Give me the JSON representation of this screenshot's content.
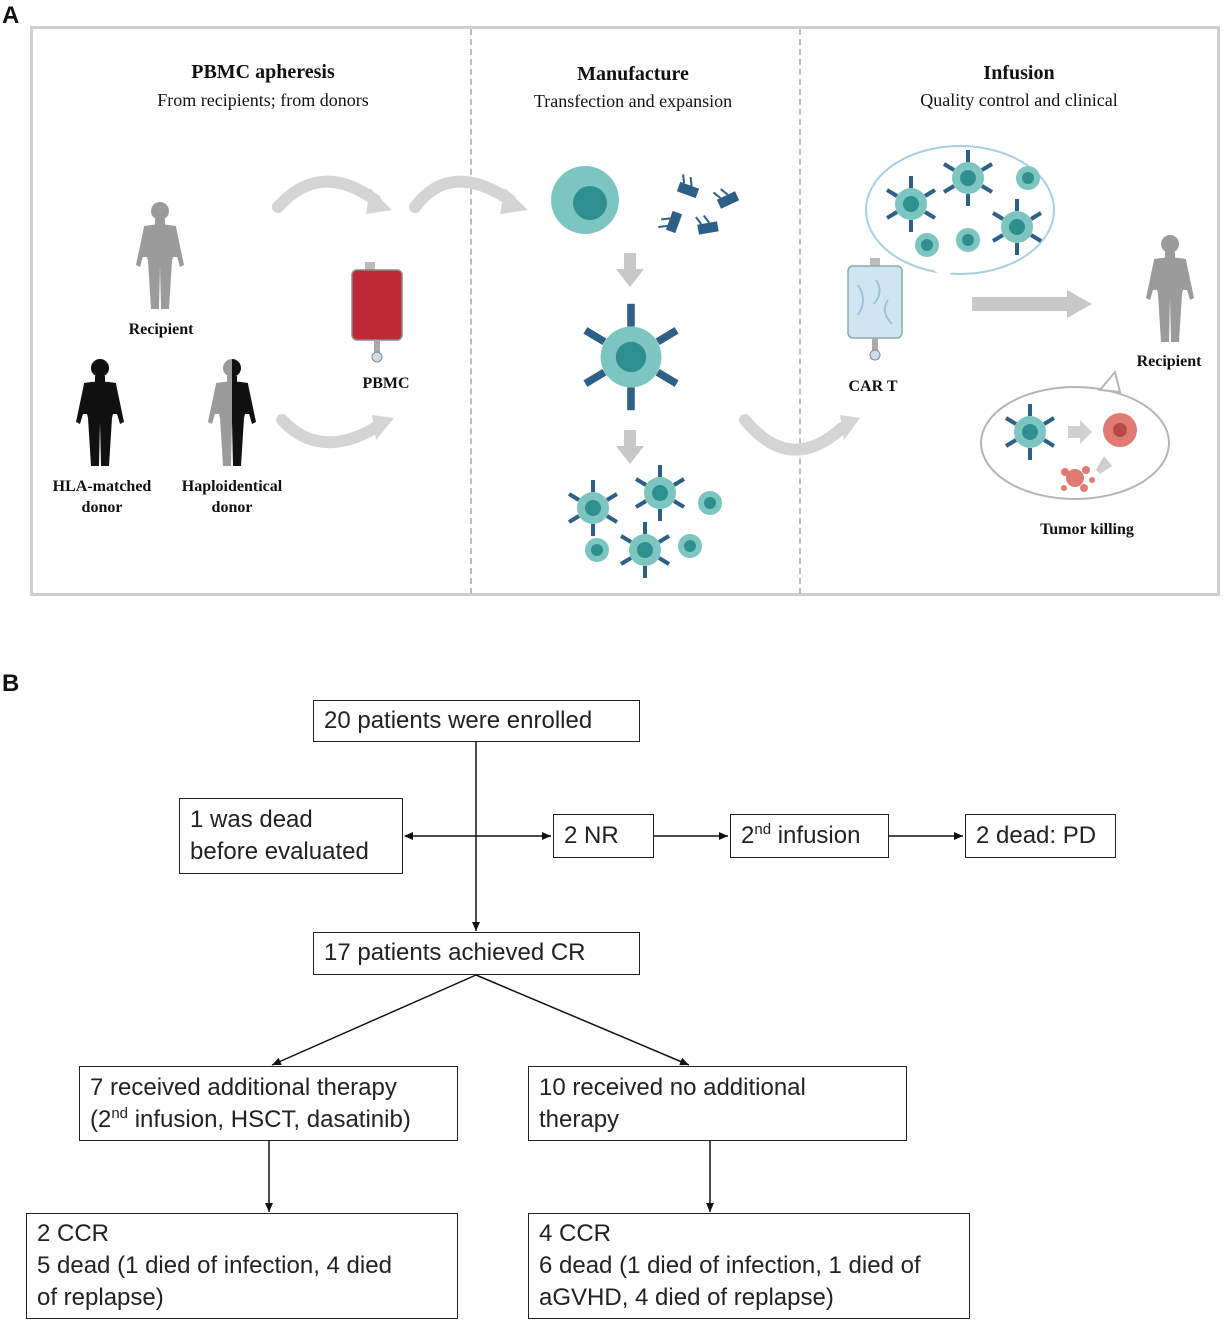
{
  "panel_a": {
    "letter": "A",
    "sections": [
      {
        "title": "PBMC apheresis",
        "subtitle": "From recipients; from donors"
      },
      {
        "title": "Manufacture",
        "subtitle": "Transfection and expansion"
      },
      {
        "title": "Infusion",
        "subtitle": "Quality control and clinical"
      }
    ],
    "labels": {
      "recipient_left": "Recipient",
      "hla_donor_1": "HLA-matched",
      "hla_donor_2": "donor",
      "haplo_donor_1": "Haploidentical",
      "haplo_donor_2": "donor",
      "pbmc": "PBMC",
      "car_t": "CAR T",
      "recipient_right": "Recipient",
      "tumor_killing": "Tumor killing"
    },
    "colors": {
      "cell": "#7cc5c1",
      "cell_nucleus": "#2f8f8f",
      "receptor": "#2e5f86",
      "blood_bag": "#c02a36",
      "cart_bag": "#cfe6f2",
      "tumor": "#e07b73",
      "human_gray": "#9b9b9b",
      "human_black": "#111111"
    }
  },
  "panel_b": {
    "letter": "B",
    "enrolled": "20 patients were enrolled",
    "dead_before_1": "1 was dead",
    "dead_before_2": "before evaluated",
    "nr": "2 NR",
    "second_infusion_sup": "nd",
    "second_infusion_num": "2",
    "second_infusion_text": " infusion",
    "dead_pd": "2 dead: PD",
    "achieved_cr": "17 patients achieved CR",
    "additional_1": "7 received additional therapy",
    "additional_2_pre": "(2",
    "additional_2_sup": "nd",
    "additional_2_post": " infusion, HSCT, dasatinib)",
    "no_additional_1": "10 received no additional",
    "no_additional_2": "therapy",
    "left_outcome_1": "2 CCR",
    "left_outcome_2": "5 dead (1 died of infection, 4 died",
    "left_outcome_3": "of replapse)",
    "right_outcome_1": "4 CCR",
    "right_outcome_2": "6 dead (1 died of infection, 1 died of",
    "right_outcome_3": "aGVHD, 4 died of replapse)"
  }
}
